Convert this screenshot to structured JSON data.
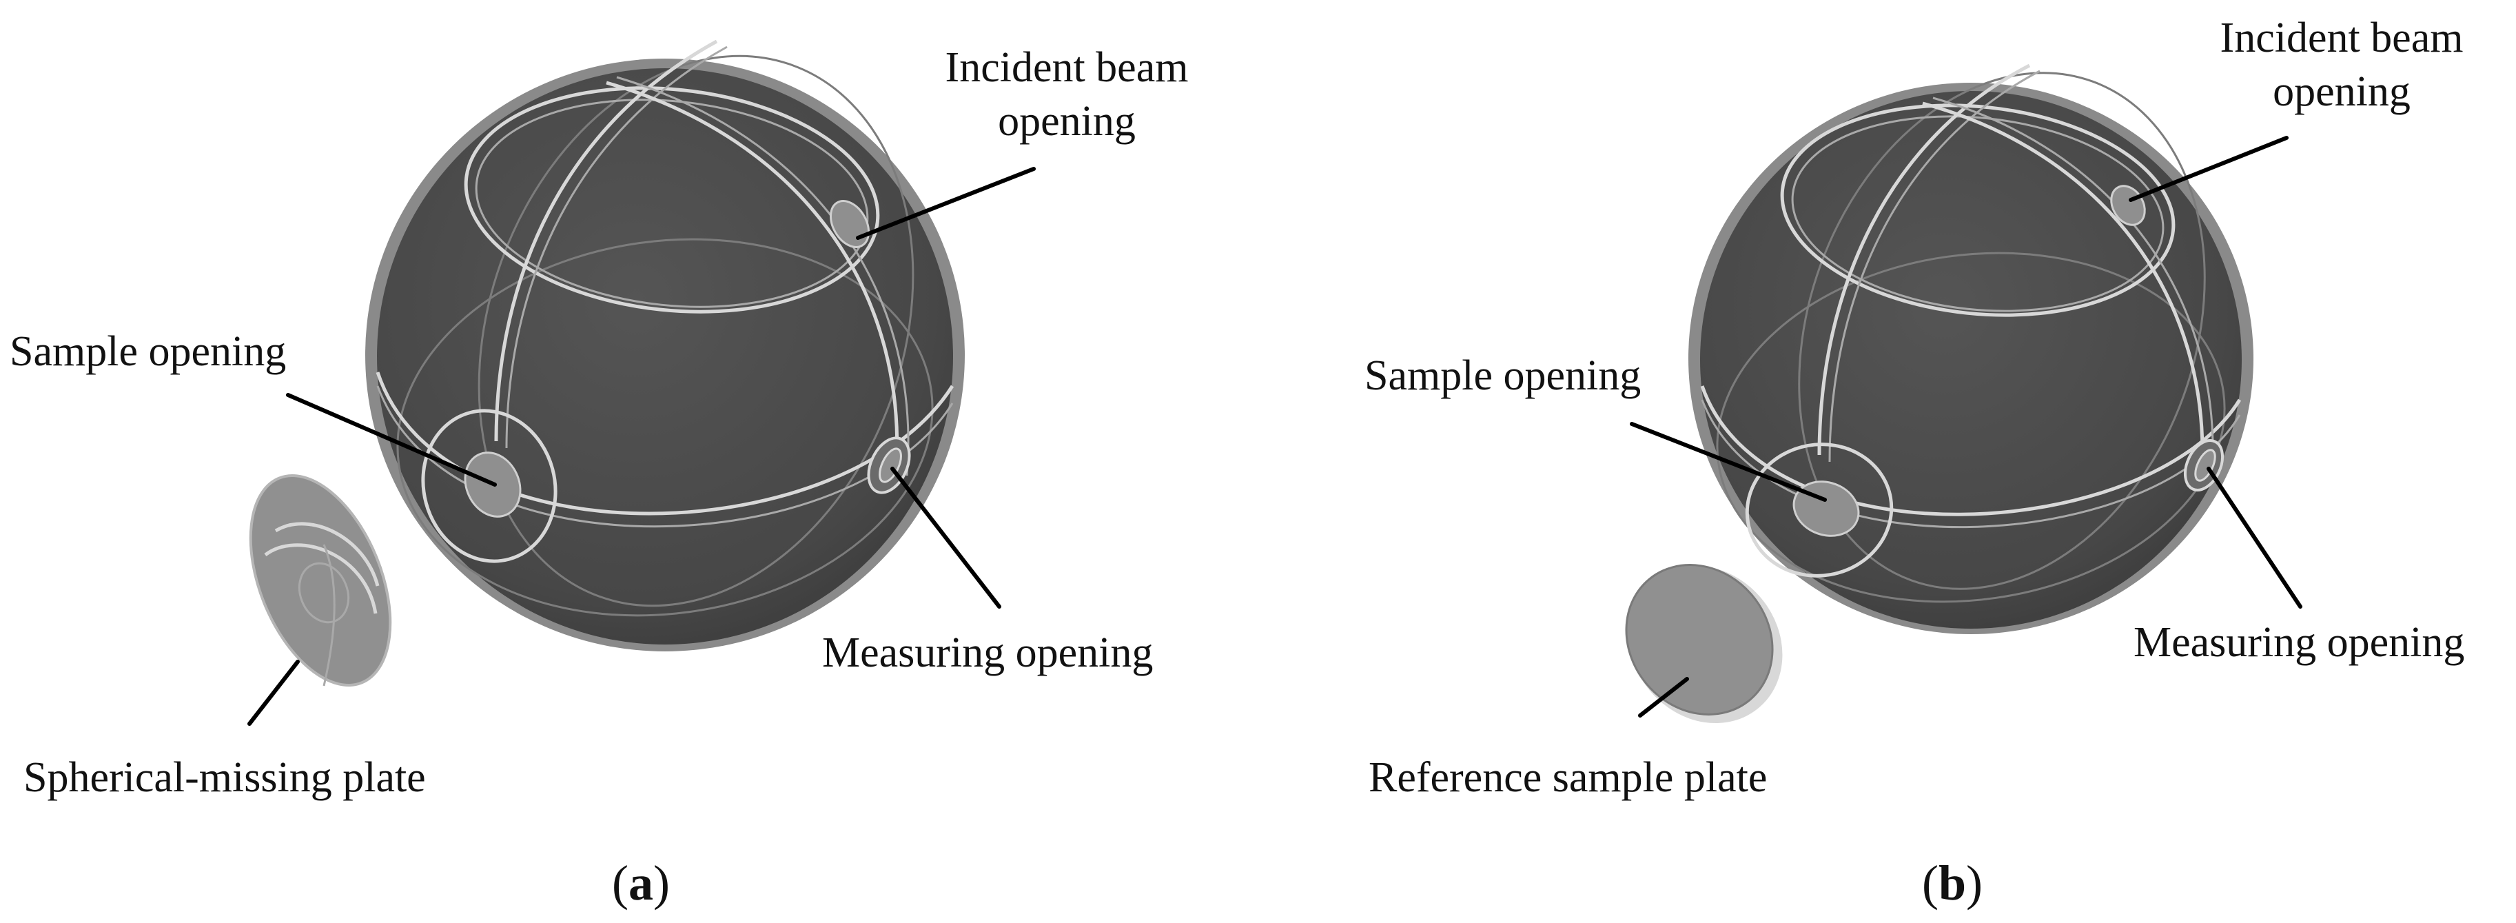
{
  "panel_a": {
    "labels": {
      "incident_line1": "Incident beam",
      "incident_line2": "opening",
      "sample": "Sample opening",
      "measuring": "Measuring opening",
      "plate": "Spherical-missing plate"
    },
    "caption_open": "(",
    "caption_letter": "a",
    "caption_close": ")"
  },
  "panel_b": {
    "labels": {
      "incident_line1": "Incident beam",
      "incident_line2": "opening",
      "sample": "Sample opening",
      "measuring": "Measuring opening",
      "plate": "Reference sample plate"
    },
    "caption_open": "(",
    "caption_letter": "b",
    "caption_close": ")"
  },
  "colors": {
    "sphere_body": "#4a4a4a",
    "sphere_rim": "#8a8a8a",
    "opening_fill": "#8f8f8f",
    "plate_fill": "#909090",
    "seam_line": "#d8d8d8"
  }
}
